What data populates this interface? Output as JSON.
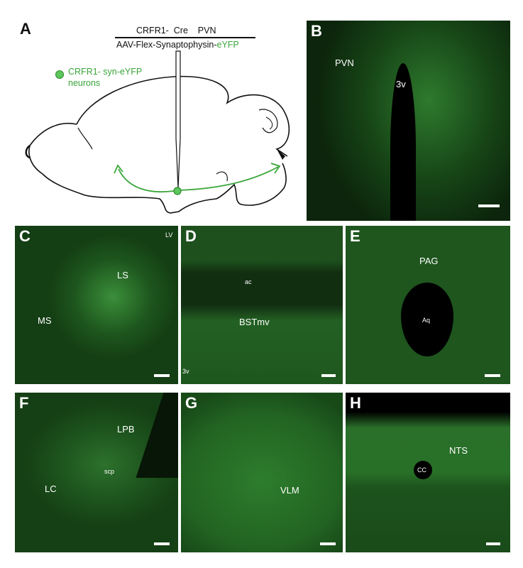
{
  "panelA": {
    "letter": "A",
    "top_line": "CRFR1-  Cre    PVN",
    "virus_prefix": "AAV-Flex-Synaptophysin-",
    "virus_suffix": "eYFP",
    "legend_line1": "CRFR1- syn-eYFP",
    "legend_line2": "neurons",
    "green": "#3aa53a"
  },
  "panels": [
    {
      "letter": "B",
      "regions": [
        "PVN",
        "3v"
      ]
    },
    {
      "letter": "C",
      "regions": [
        "LV",
        "LS",
        "MS"
      ]
    },
    {
      "letter": "D",
      "regions": [
        "ac",
        "BSTmv",
        "3v"
      ]
    },
    {
      "letter": "E",
      "regions": [
        "PAG",
        "Aq"
      ]
    },
    {
      "letter": "F",
      "regions": [
        "LPB",
        "scp",
        "LC"
      ]
    },
    {
      "letter": "G",
      "regions": [
        "VLM"
      ]
    },
    {
      "letter": "H",
      "regions": [
        "NTS",
        "CC"
      ]
    }
  ],
  "colors": {
    "tissue_dark": "#0d2a0d",
    "tissue": "#1f5e1f",
    "signal": "#56d656",
    "void": "#000000"
  }
}
